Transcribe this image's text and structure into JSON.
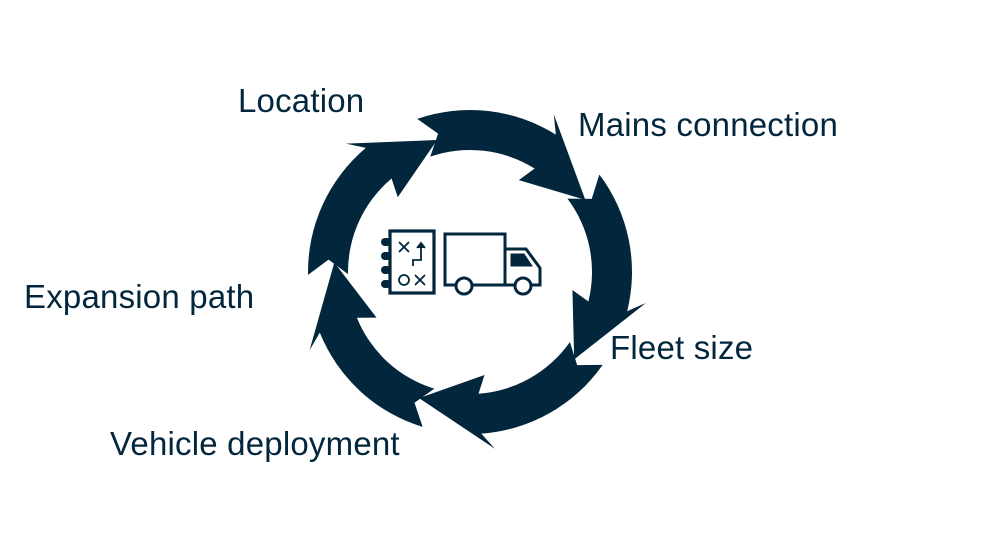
{
  "diagram": {
    "type": "cycle",
    "direction": "clockwise",
    "color": "#02263c",
    "background": "#ffffff",
    "steps": [
      {
        "label": "Location"
      },
      {
        "label": "Mains connection"
      },
      {
        "label": "Fleet size"
      },
      {
        "label": "Vehicle deployment"
      },
      {
        "label": "Expansion path"
      }
    ],
    "center_icons": [
      "planning-notebook-icon",
      "delivery-truck-icon"
    ]
  }
}
